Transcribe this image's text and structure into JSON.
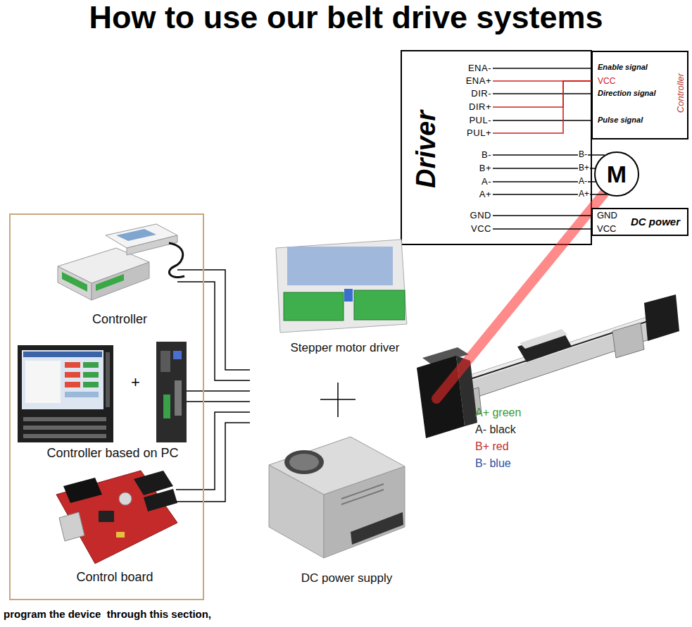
{
  "diagram": {
    "title": "How to use our belt drive systems",
    "nodes": [
      {
        "text": [
          "program the device  through this section,"
        ]
      },
      {
        "text": [
          "Controller"
        ],
        "in": 0
      },
      {
        "text": [
          "Controller based on PC"
        ],
        "in": 0
      },
      {
        "text": [
          "Control board"
        ],
        "in": 0
      },
      {
        "text": [
          "Stepper motor driver"
        ]
      },
      {
        "text": [
          "DC power supply"
        ]
      },
      {
        "text": [
          "Driver"
        ]
      },
      {
        "text": [
          "Controller"
        ]
      },
      {
        "text": [
          "M"
        ]
      },
      {
        "text": [
          "DC power"
        ]
      }
    ],
    "edges": [
      {
        "from": 6,
        "to": 7,
        "arrow": "none"
      },
      {
        "from": 6,
        "to": 7,
        "arrow": "none"
      },
      {
        "from": 6,
        "to": 7,
        "arrow": "none"
      },
      {
        "from": 6,
        "to": 7,
        "arrow": "none"
      },
      {
        "from": 6,
        "to": 7,
        "arrow": "none"
      },
      {
        "from": 6,
        "to": 7,
        "arrow": "none"
      },
      {
        "from": 6,
        "to": 8,
        "arrow": "none"
      },
      {
        "from": 6,
        "to": 8,
        "arrow": "none"
      },
      {
        "from": 6,
        "to": 8,
        "arrow": "none"
      },
      {
        "from": 6,
        "to": 8,
        "arrow": "none"
      },
      {
        "from": 6,
        "to": 9,
        "arrow": "none"
      },
      {
        "from": 6,
        "to": 9,
        "arrow": "none"
      }
    ],
    "labels": [
      "ENA-",
      "ENA+",
      "DIR-",
      "DIR+",
      "PUL-",
      "PUL+",
      "B-",
      "B+",
      "A-",
      "A+",
      "GND",
      "VCC",
      "Enable signal",
      "VCC",
      "Direction signal",
      "Pulse signal",
      "B-",
      "B+",
      "A-",
      "A+",
      "GND",
      "VCC",
      "A+ green",
      "A- black",
      "B+ red",
      "B- blue",
      "+"
    ]
  }
}
